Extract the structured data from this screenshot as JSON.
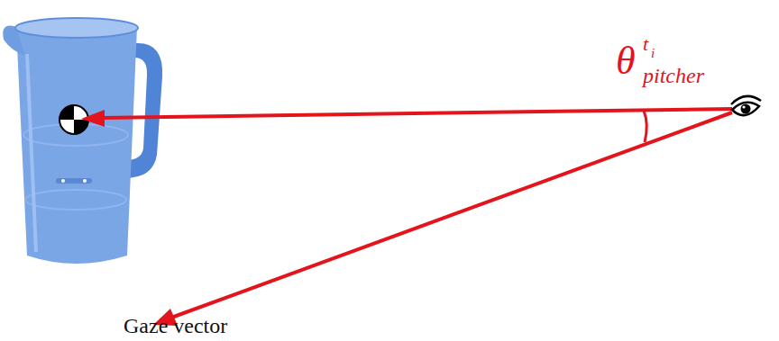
{
  "diagram": {
    "labels": [
      "θ",
      "t",
      "i",
      "pitcher",
      "Gaze vector"
    ]
  }
}
